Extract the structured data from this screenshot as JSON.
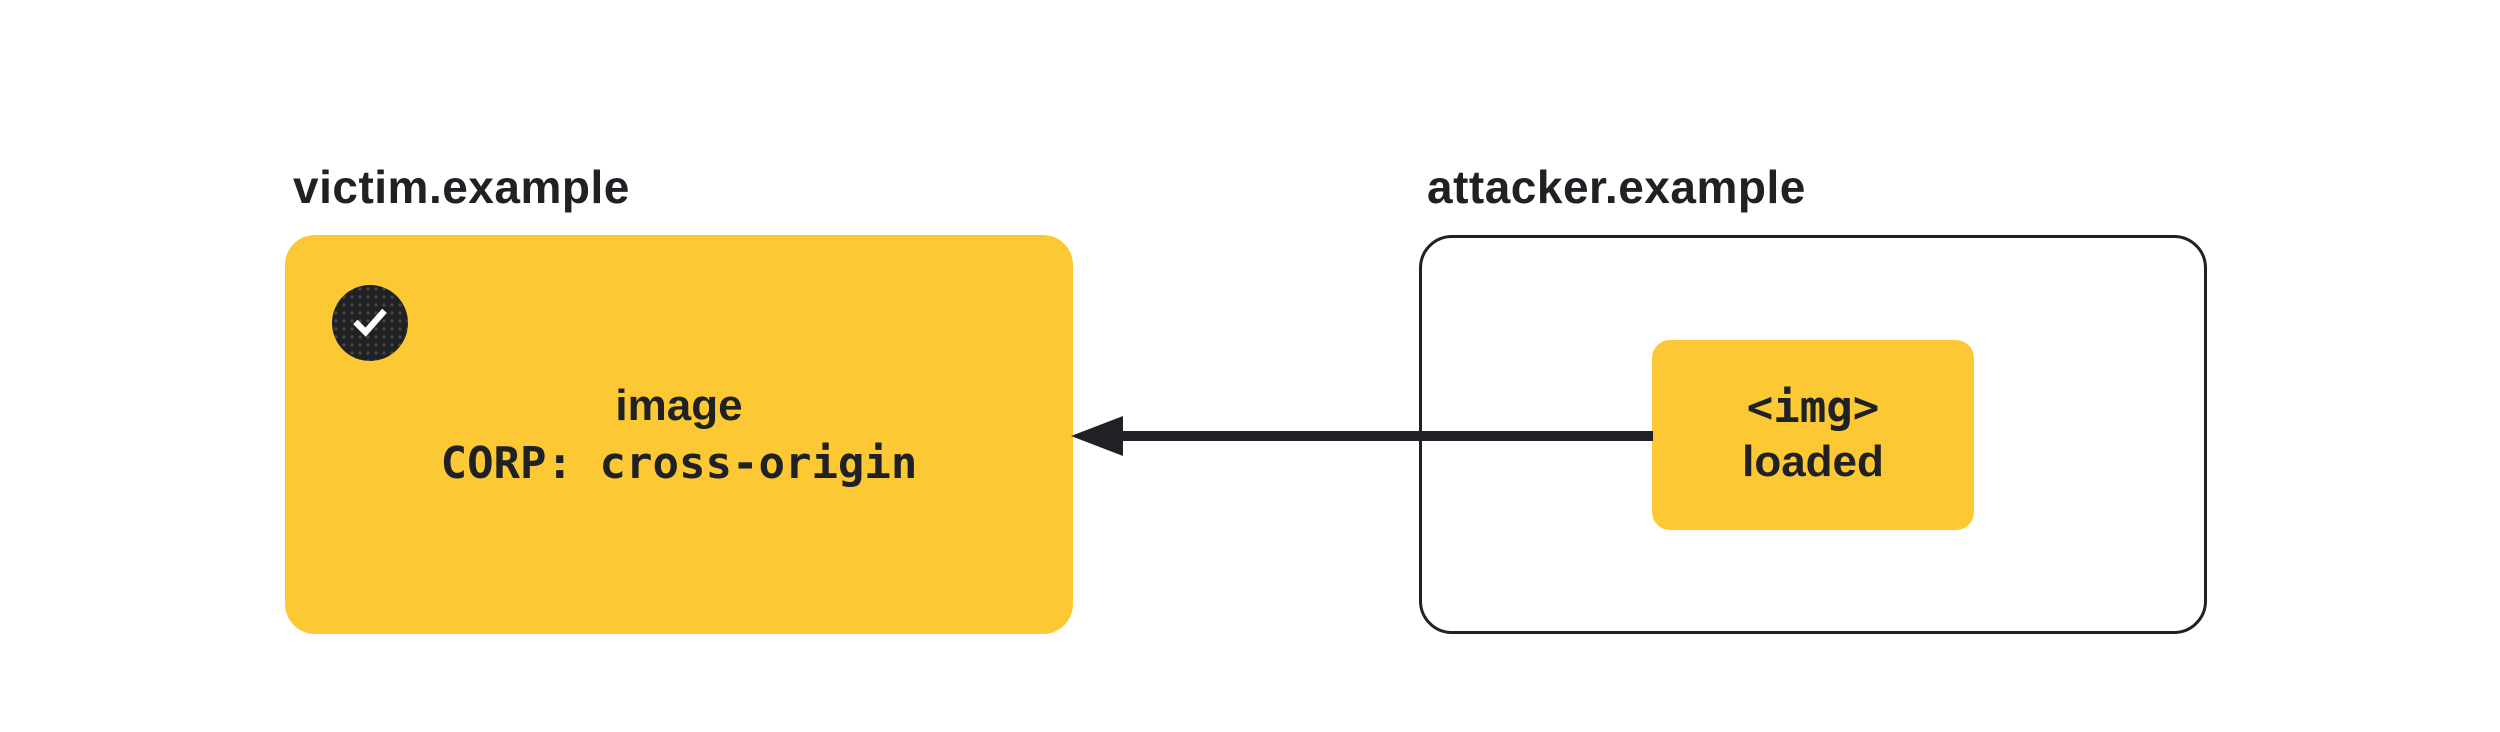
{
  "diagram": {
    "victim": {
      "label": "victim.example",
      "box_line1": "image",
      "box_line2": "CORP: cross-origin",
      "status_icon": "check-icon",
      "status_meaning": "resource protected / load allowed state"
    },
    "attacker": {
      "label": "attacker.example",
      "box_line1": "<img>",
      "box_line2": "loaded"
    },
    "arrow": {
      "direction": "from attacker img element to victim image resource",
      "style": "solid black, left-pointing arrowhead"
    },
    "colors": {
      "accent_yellow": "#FCC934",
      "ink": "#202124",
      "background": "#FFFFFF"
    }
  }
}
